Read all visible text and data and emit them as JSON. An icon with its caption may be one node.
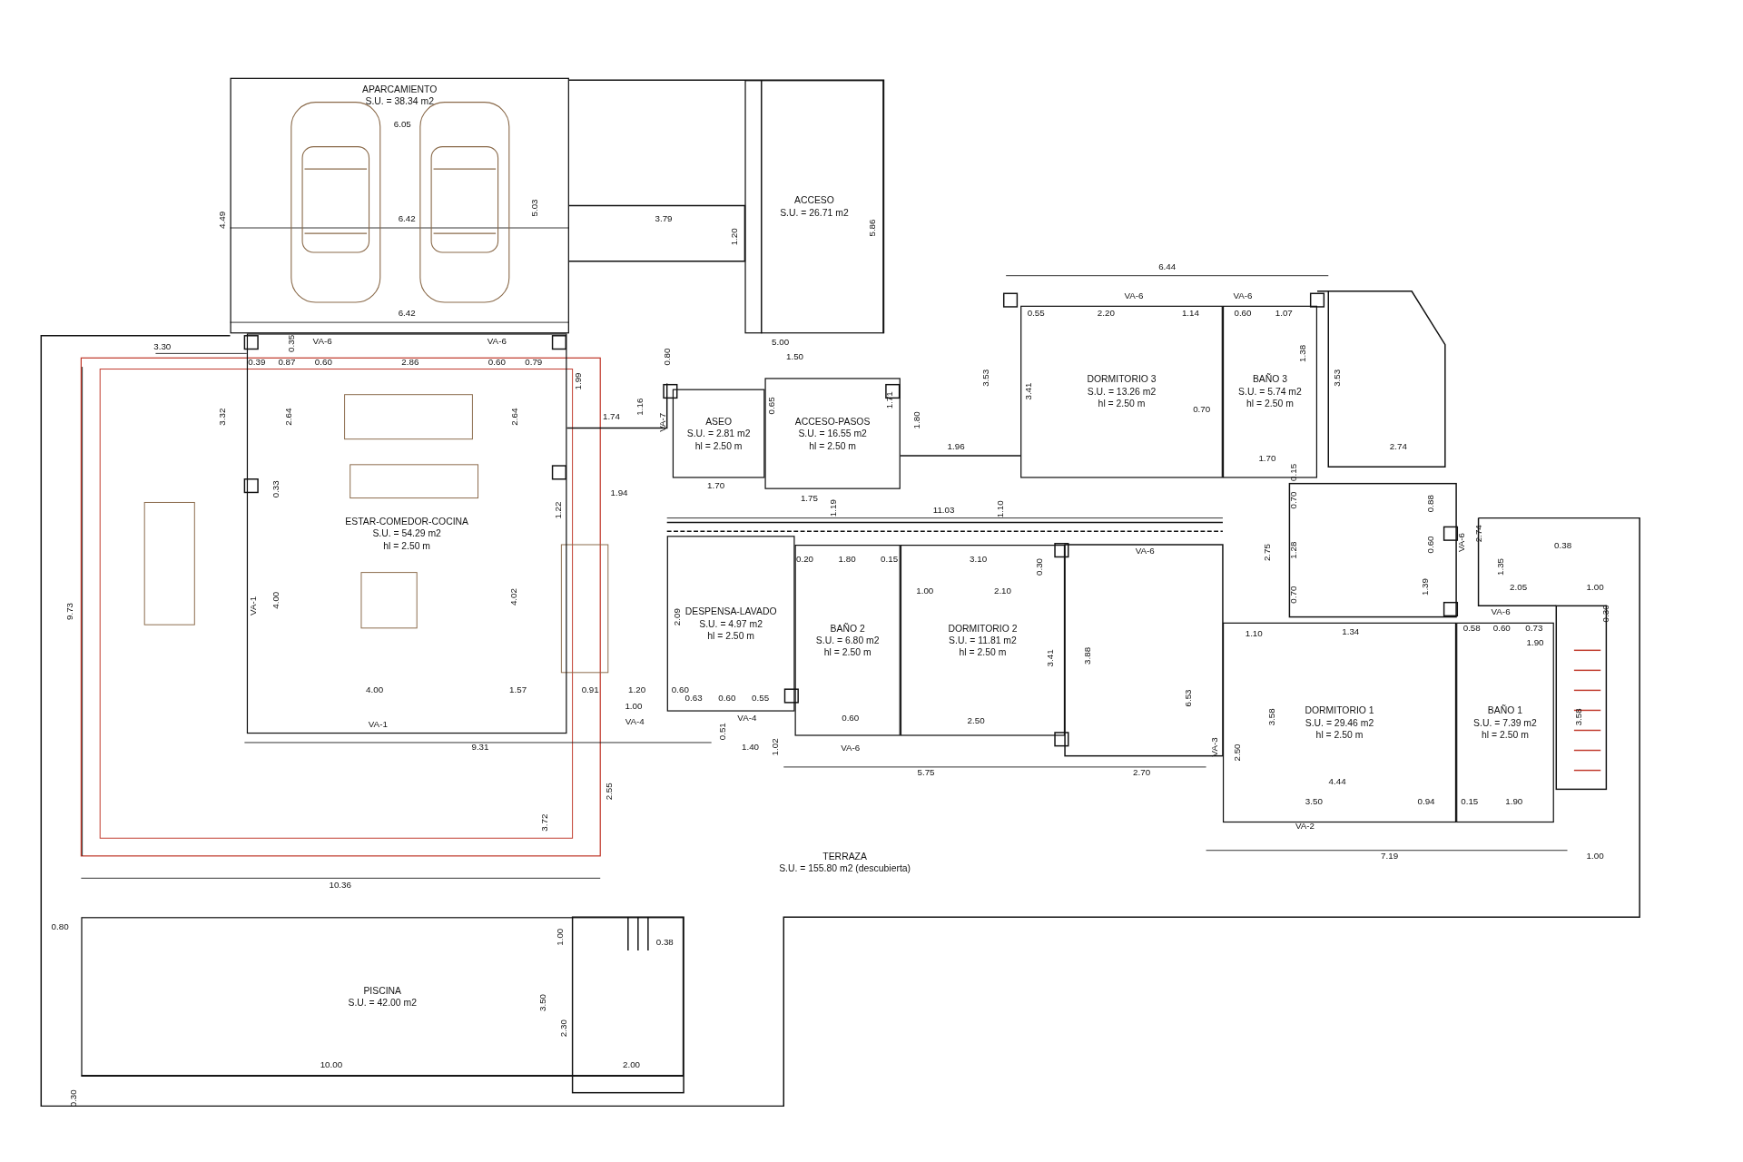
{
  "diagram": {
    "nodes": [
      {
        "text": [
          "APARCAMIENTO",
          "S.U. = 38.34 m2"
        ]
      },
      {
        "text": [
          "ACCESO",
          "S.U. = 26.71 m2"
        ]
      },
      {
        "text": [
          "ESTAR-COMEDOR-COCINA",
          "S.U. = 54.29 m2",
          "hl = 2.50 m"
        ]
      },
      {
        "text": [
          "ASEO",
          "S.U. = 2.81 m2",
          "hl = 2.50 m"
        ]
      },
      {
        "text": [
          "ACCESO-PASOS",
          "S.U. = 16.55 m2",
          "hl = 2.50 m"
        ]
      },
      {
        "text": [
          "DORMITORIO 3",
          "S.U. = 13.26 m2",
          "hl = 2.50 m"
        ]
      },
      {
        "text": [
          "BAÑO 3",
          "S.U. = 5.74 m2",
          "hl = 2.50 m"
        ]
      },
      {
        "text": [
          "DESPENSA-LAVADO",
          "S.U. = 4.97 m2",
          "hl = 2.50 m"
        ]
      },
      {
        "text": [
          "BAÑO 2",
          "S.U. = 6.80 m2",
          "hl = 2.50 m"
        ]
      },
      {
        "text": [
          "DORMITORIO 2",
          "S.U. = 11.81 m2",
          "hl = 2.50 m"
        ]
      },
      {
        "text": [
          "DORMITORIO 1",
          "S.U. = 29.46 m2",
          "hl = 2.50 m"
        ]
      },
      {
        "text": [
          "BAÑO 1",
          "S.U. = 7.39 m2",
          "hl = 2.50 m"
        ]
      },
      {
        "text": [
          "TERRAZA",
          "S.U. = 155.80 m2 (descubierta)"
        ]
      },
      {
        "text": [
          "PISCINA",
          "S.U. = 42.00 m2"
        ]
      }
    ],
    "edges": [],
    "labels": [
      "6.05",
      "4.49",
      "6.42",
      "5.03",
      "3.79",
      "1.20",
      "5.86",
      "6.42",
      "6.44",
      "VA-6",
      "VA-6",
      "0.55",
      "2.20",
      "1.14",
      "0.60",
      "1.07",
      "5.00",
      "3.30",
      "0.35",
      "VA-6",
      "VA-6",
      "0.80",
      "1.50",
      "0.39",
      "0.87",
      "0.60",
      "2.86",
      "0.60",
      "0.79",
      "1.99",
      "3.53",
      "3.53",
      "3.41",
      "1.38",
      "1.16",
      "0.70",
      "3.32",
      "2.64",
      "2.64",
      "1.74",
      "VA-7",
      "1.80",
      "0.65",
      "1.71",
      "1.96",
      "2.74",
      "1.70",
      "1.70",
      "0.15",
      "0.33",
      "1.94",
      "1.22",
      "1.75",
      "1.19",
      "11.03",
      "1.10",
      "0.70",
      "0.88",
      "0.60",
      "VA-6",
      "2.74",
      "0.38",
      "2.75",
      "1.28",
      "0.20",
      "1.80",
      "0.15",
      "3.10",
      "0.30",
      "VA-6",
      "9.73",
      "VA-1",
      "4.00",
      "4.02",
      "2.09",
      "1.00",
      "2.10",
      "0.70",
      "1.39",
      "1.35",
      "VA-6",
      "2.05",
      "1.00",
      "0.30",
      "0.58",
      "0.60",
      "0.73",
      "1.10",
      "1.34",
      "1.90",
      "3.41",
      "3.88",
      "0.63",
      "0.60",
      "0.55",
      "4.00",
      "1.57",
      "0.91",
      "1.20",
      "0.60",
      "6.53",
      "VA-4",
      "1.00",
      "0.51",
      "3.58",
      "3.58",
      "0.60",
      "2.50",
      "VA-1",
      "VA-4",
      "1.02",
      "9.31",
      "1.40",
      "VA-6",
      "VA-3",
      "2.50",
      "5.75",
      "2.70",
      "4.44",
      "2.55",
      "3.50",
      "0.94",
      "0.15",
      "1.90",
      "3.72",
      "VA-2",
      "7.19",
      "1.00",
      "10.36",
      "0.80",
      "0.38",
      "1.00",
      "3.50",
      "2.30",
      "10.00",
      "2.00",
      "0.30"
    ]
  }
}
